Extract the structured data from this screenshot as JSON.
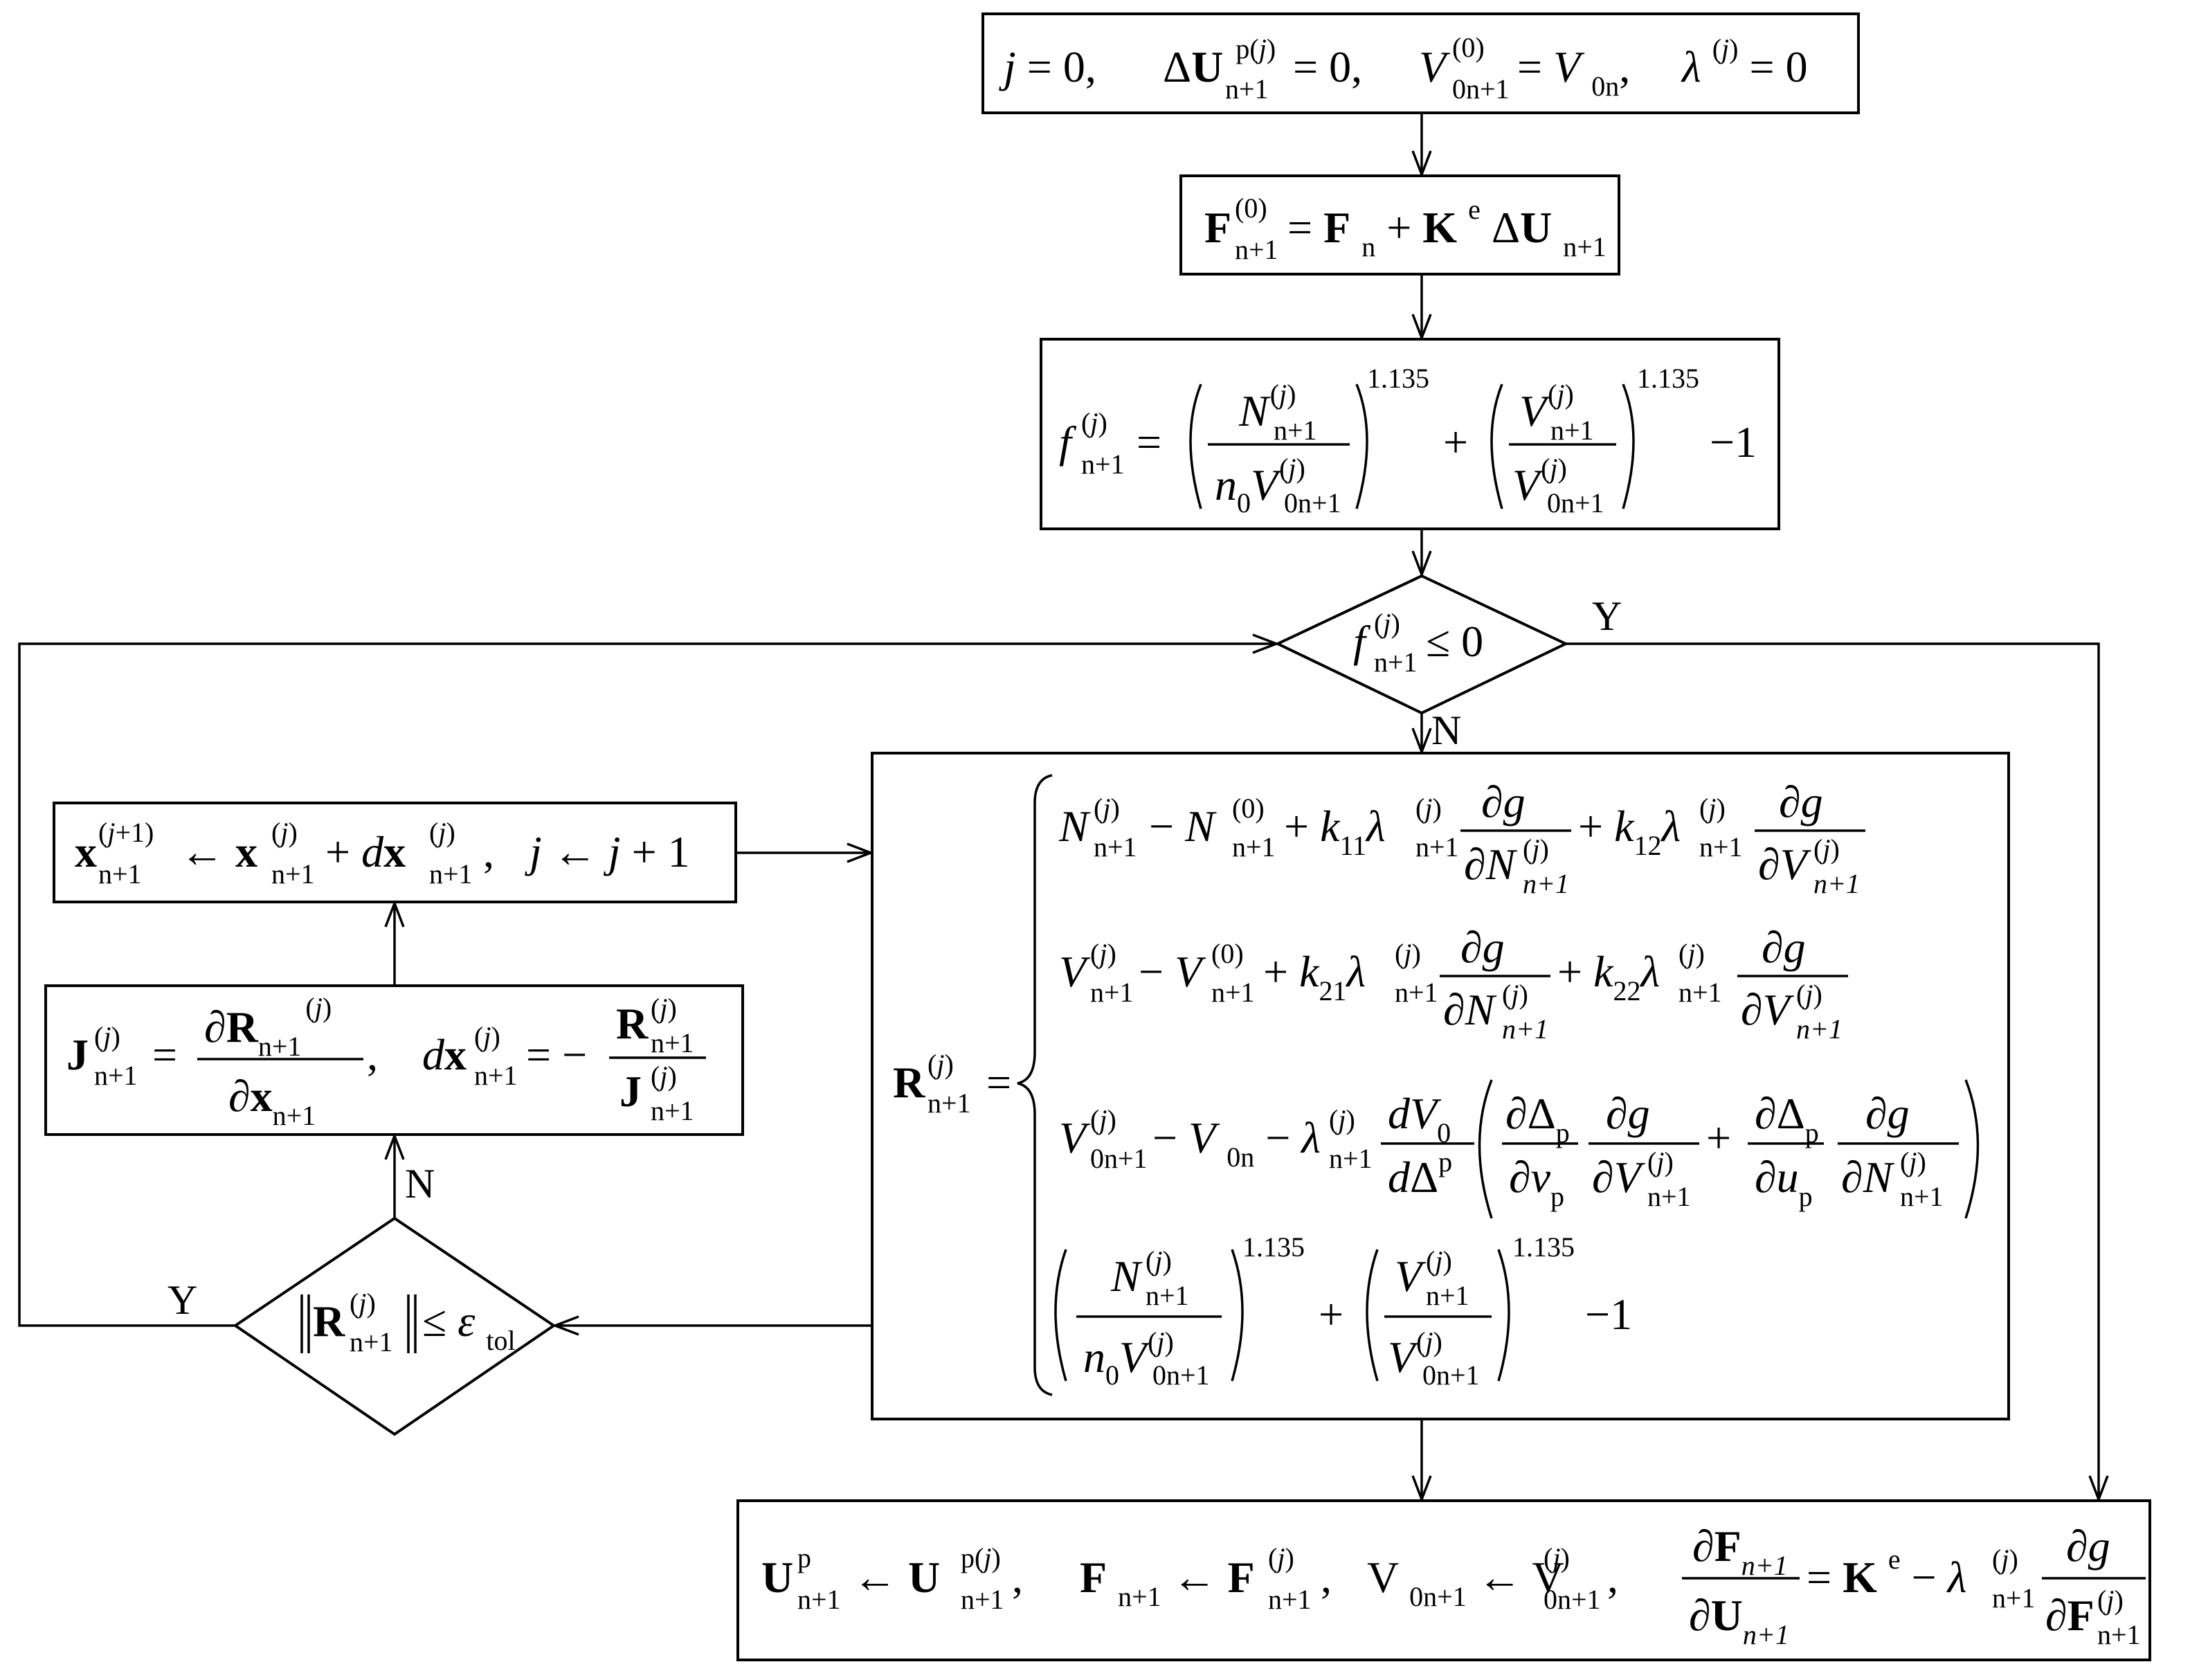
{
  "boxes": {
    "init": "j = 0,   ΔUᵖ⁽ʲ⁾ n+1 = 0,   V⁽⁰⁾ 0n+1 = V 0n ,   λ⁽ʲ⁾ = 0",
    "force": "F⁽⁰⁾ n+1 = F n + Kᵉ ΔU n+1",
    "yield": "f⁽ʲ⁾ n+1 = ( N⁽ʲ⁾ n+1 / n₀V⁽ʲ⁾ 0n+1 )^1.135 + ( V⁽ʲ⁾ n+1 / V⁽ʲ⁾ 0n+1 )^1.135 − 1",
    "decision1": "f⁽ʲ⁾ n+1 ≤ 0",
    "update": "x⁽ʲ⁺¹⁾ n+1 ← x⁽ʲ⁾ n+1 + dx⁽ʲ⁾ n+1,   j ← j + 1",
    "jacobian": "J⁽ʲ⁾ n+1 = ∂R n+1⁽ʲ⁾ / ∂x n+1,   dx⁽ʲ⁾ n+1 = − R⁽ʲ⁾ n+1 / J⁽ʲ⁾ n+1",
    "residual": "R⁽ʲ⁾ n+1 = { … }",
    "decision2": "‖R⁽ʲ⁾ n+1‖ ≤ ε tol",
    "final": "Uᵖ n+1 ← Uᵖ⁽ʲ⁾ n+1,   F n+1 ← F⁽ʲ⁾ n+1,   V 0n+1 ← V⁽ʲ⁾ 0n+1,   ∂F n+1/∂U n+1 = Kᵉ − λ⁽ʲ⁾ n+1 ∂g/∂F⁽ʲ⁾ n+1"
  },
  "labels": {
    "d1_yes": "Y",
    "d1_no": "N",
    "d2_yes": "Y",
    "d2_no": "N"
  },
  "exponent": "1.135",
  "minus_one": "−1"
}
